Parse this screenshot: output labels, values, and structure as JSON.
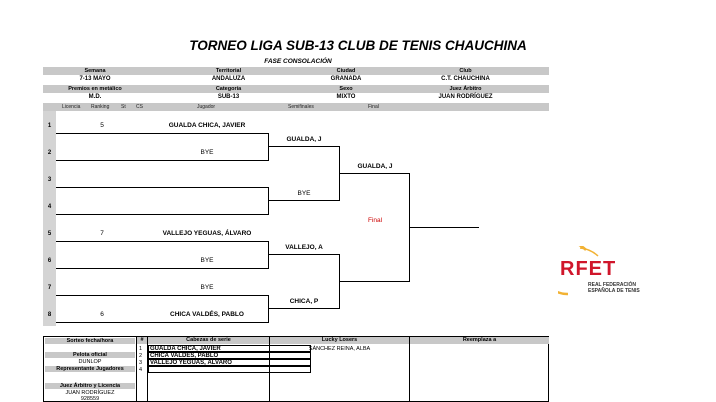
{
  "title": "TORNEO LIGA SUB-13 CLUB DE TENIS CHAUCHINA",
  "phase": "FASE CONSOLACIÓN",
  "info": {
    "row1_labels": [
      "Semana",
      "Territorial",
      "Ciudad",
      "Club"
    ],
    "row1_values": [
      "7-13 MAYO",
      "ANDALUZA",
      "GRANADA",
      "C.T. CHAUCHINA"
    ],
    "row2_labels": [
      "Premios en metálico",
      "Categoría",
      "Sexo",
      "Juez Árbitro"
    ],
    "row2_values": [
      "M.D.",
      "SUB-13",
      "MIXTO",
      "JUAN RODRÍGUEZ"
    ]
  },
  "columns": {
    "licencia": "Licencia",
    "ranking": "Ranking",
    "st": "St",
    "cs": "CS",
    "jugador": "Jugador",
    "semifinales": "Semifinales",
    "final": "Final"
  },
  "draw": {
    "slots": [
      {
        "num": "1",
        "ranking": "5",
        "player": "GUALDA CHICA, JAVIER"
      },
      {
        "num": "2",
        "ranking": "",
        "player": "BYE"
      },
      {
        "num": "3",
        "ranking": "",
        "player": ""
      },
      {
        "num": "4",
        "ranking": "",
        "player": ""
      },
      {
        "num": "5",
        "ranking": "7",
        "player": "VALLEJO YEGUAS, ÁLVARO"
      },
      {
        "num": "6",
        "ranking": "",
        "player": "BYE"
      },
      {
        "num": "7",
        "ranking": "",
        "player": "BYE"
      },
      {
        "num": "8",
        "ranking": "6",
        "player": "CHICA VALDÉS, PABLO"
      }
    ],
    "semifinals": [
      "GUALDA, J",
      "BYE",
      "VALLEJO, A",
      "CHICA, P"
    ],
    "finalists": [
      "GUALDA, J",
      ""
    ],
    "final_label": "Final"
  },
  "bottom": {
    "sorteo_label": "Sorteo fecha/hora",
    "pelota_label": "Pelota oficial",
    "pelota_value": "DUNLOP",
    "representante_label": "Representante Jugadores",
    "juez_label": "Juez Árbitro y Licencia",
    "juez_value": "JUAN RODRÍGUEZ",
    "juez_licencia": "928559",
    "hash_label": "#",
    "cabezas_label": "Cabezas de serie",
    "seeds": [
      {
        "n": "1",
        "name": "GUALDA CHICA, JAVIER"
      },
      {
        "n": "2",
        "name": "CHICA VALDÉS, PABLO"
      },
      {
        "n": "3",
        "name": "VALLEJO YEGUAS, ÁLVARO"
      },
      {
        "n": "4",
        "name": ""
      }
    ],
    "lucky_label": "Lucky Losers",
    "lucky_value": "SÁNCHEZ REINA, ALBA",
    "reemplaza_label": "Reemplaza a"
  },
  "logo": {
    "text": "RFET",
    "line1": "REAL FEDERACIÓN",
    "line2": "ESPAÑOLA DE TENIS",
    "brand_color": "#d0162b",
    "ring_color": "#f2b233"
  }
}
